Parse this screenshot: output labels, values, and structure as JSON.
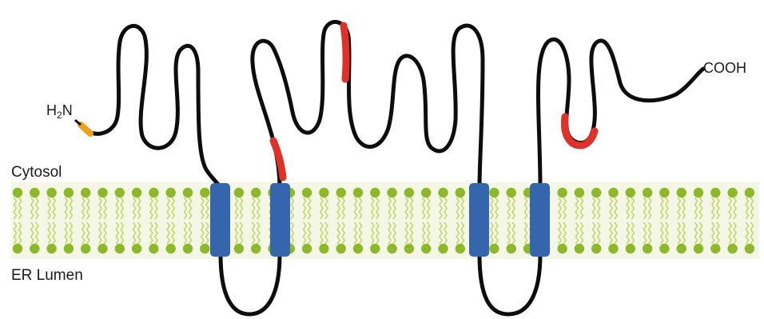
{
  "labels": {
    "cytosol": "Cytosol",
    "er_lumen": "ER Lumen",
    "n_terminus_main": "H",
    "n_terminus_sub": "2",
    "n_terminus_tail": "N",
    "c_terminus": "COOH"
  },
  "colors": {
    "chain": "#0d0d0d",
    "highlight": "#e0302a",
    "n_terminal_tag": "#e8a21c",
    "transmembrane_helix": "#3465ad",
    "lipid_head": "#8cb82a",
    "lipid_tail": "#c2d86a",
    "membrane_background": "#f5f7e6"
  },
  "transmembrane_helices": [
    {
      "id": "TM1"
    },
    {
      "id": "TM2"
    },
    {
      "id": "TM3"
    },
    {
      "id": "TM4"
    }
  ],
  "highlighted_segments": [
    {
      "id": "red-segment-1"
    },
    {
      "id": "red-segment-2"
    },
    {
      "id": "red-segment-3"
    }
  ]
}
